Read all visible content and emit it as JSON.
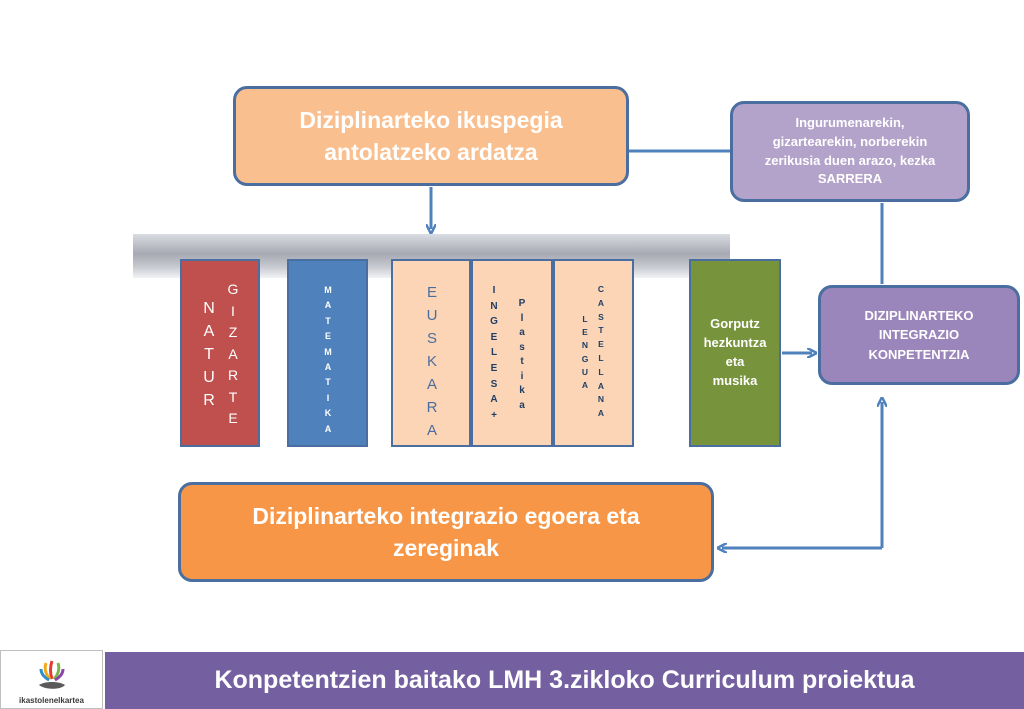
{
  "top_box": {
    "line1": "Diziplinarteko ikuspegia",
    "line2": "antolatzeko ardatza"
  },
  "input_box": {
    "lines": [
      "Ingurumenarekin,",
      "gizartearekin, norberekin",
      "zerikusia duen arazo, kezka",
      "SARRERA"
    ]
  },
  "competence_box": {
    "lines": [
      "DIZIPLINARTEKO",
      "INTEGRAZIO",
      "KONPETENTZIA"
    ]
  },
  "bottom_box": {
    "line1": "Diziplinarteko integrazio egoera eta",
    "line2": "zereginak"
  },
  "subjects": {
    "natur": [
      "N",
      "A",
      "T",
      "U",
      "R"
    ],
    "gizarte": [
      "G",
      "I",
      "Z",
      "A",
      "R",
      "T",
      "E"
    ],
    "matematika": [
      "M",
      "A",
      "T",
      "E",
      "M",
      "A",
      "T",
      "I",
      "K",
      "A"
    ],
    "euskara": [
      "E",
      "U",
      "S",
      "K",
      "A",
      "R",
      "A"
    ],
    "ingelesa": [
      "I",
      "N",
      "G",
      "E",
      "L",
      "E",
      "S",
      "A",
      "+"
    ],
    "plastika": [
      "P",
      "l",
      "a",
      "s",
      "t",
      "i",
      "k",
      "a"
    ],
    "lengua": [
      "L",
      "E",
      "N",
      "G",
      "U",
      "A"
    ],
    "castellana": [
      "C",
      "A",
      "S",
      "T",
      "E",
      "L",
      "L",
      "A",
      "N",
      "A"
    ],
    "gorputz": [
      "Gorputz",
      "hezkuntza",
      "eta",
      "musika"
    ]
  },
  "footer": {
    "title": "Konpetentzien baitako LMH 3.zikloko Curriculum proiektua",
    "logo_text": "ikastolenelkartea"
  },
  "colors": {
    "top_box": "#f9bf8f",
    "input_box": "#b3a2c9",
    "competence_box": "#9b86bb",
    "bottom_box": "#f79646",
    "natur": "#c0504d",
    "matematika": "#4f81bd",
    "language": "#fbd5b5",
    "gorputz": "#77933c",
    "border": "#4a6ea0",
    "footer": "#7460a0"
  }
}
